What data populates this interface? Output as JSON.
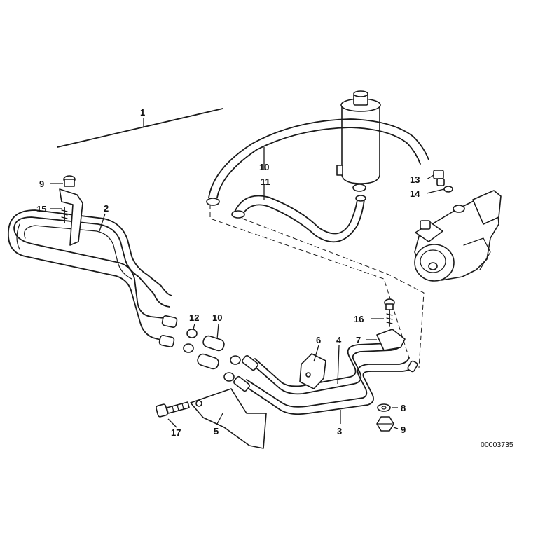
{
  "callouts": {
    "c1": "1",
    "c2": "2",
    "c3": "3",
    "c4": "4",
    "c5": "5",
    "c6": "6",
    "c7": "7",
    "c8": "8",
    "c9a": "9",
    "c9b": "9",
    "c10a": "10",
    "c10b": "10",
    "c11": "11",
    "c12": "12",
    "c13": "13",
    "c14": "14",
    "c15": "15",
    "c16": "16",
    "c17": "17"
  },
  "drawing_number": "00003735"
}
